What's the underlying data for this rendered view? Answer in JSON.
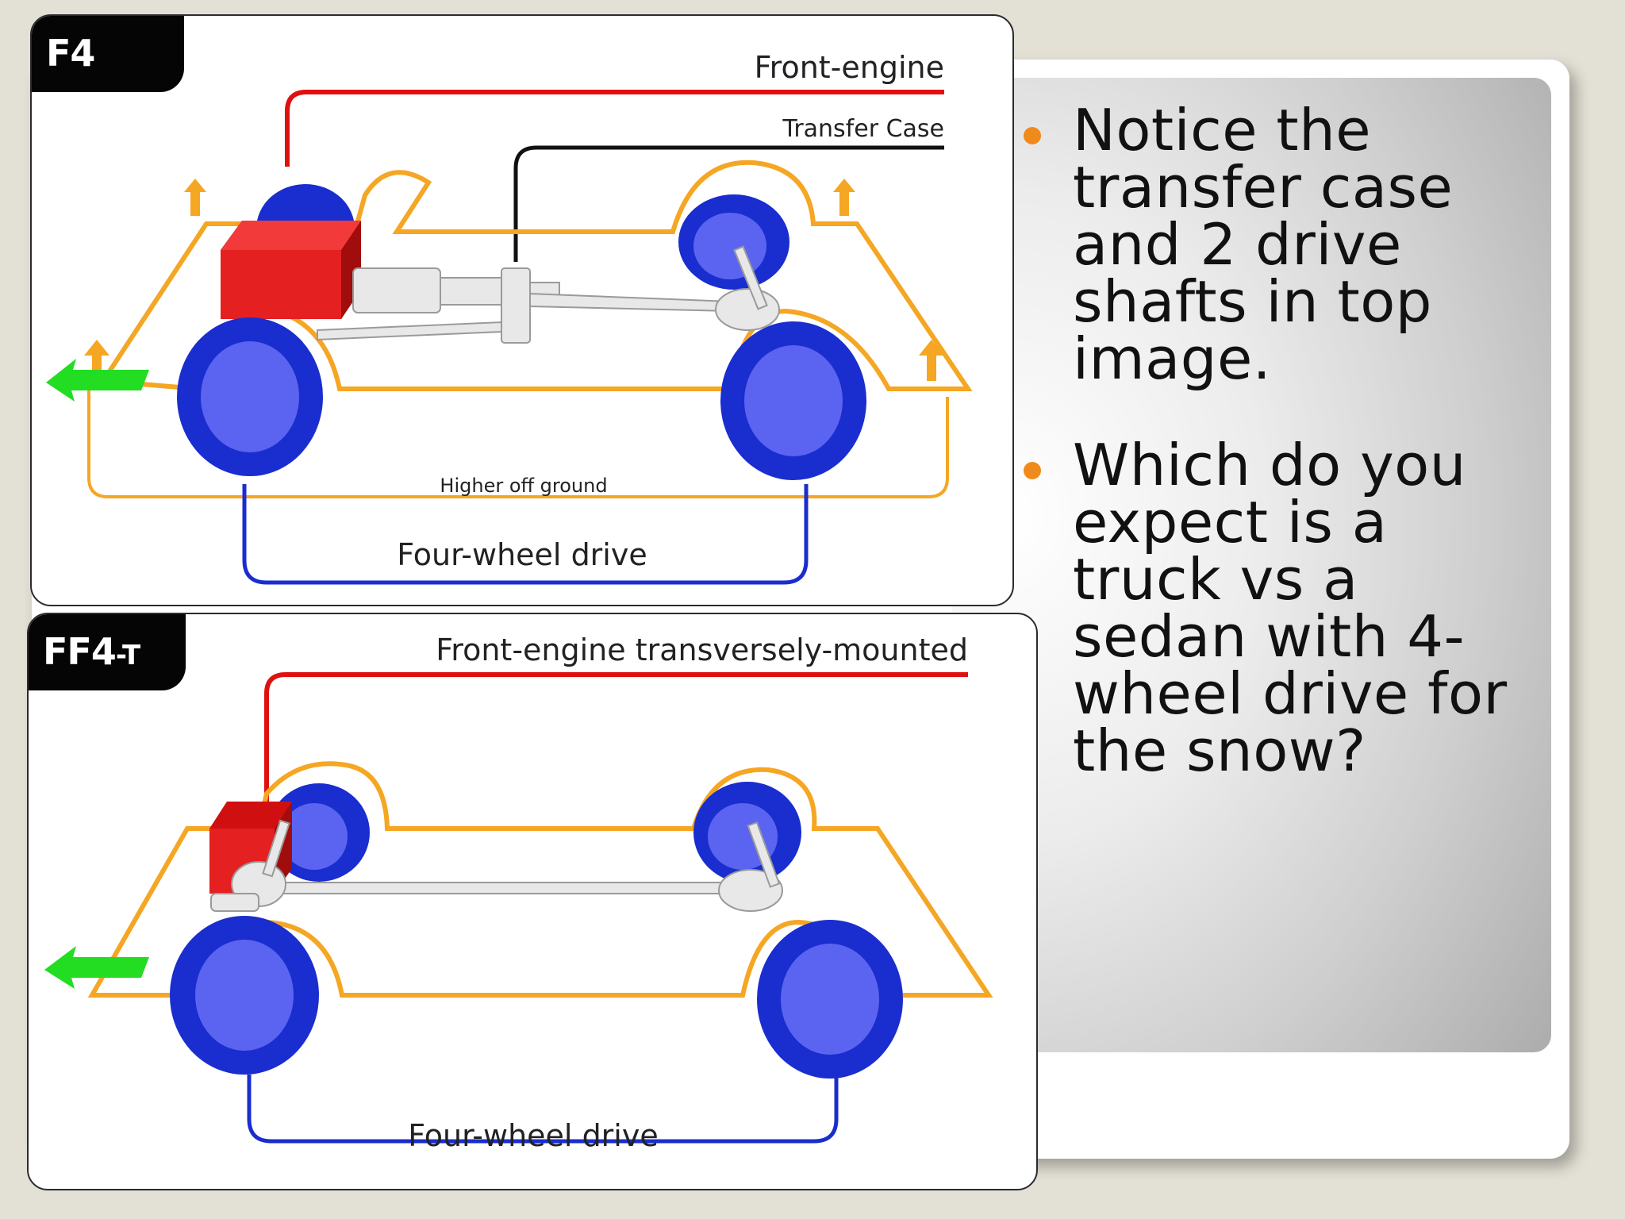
{
  "slide": {
    "bullets": [
      "Notice the transfer case and 2 drive shafts in top image.",
      "Which do you expect is a truck vs a sedan with 4-wheel drive for the snow?"
    ]
  },
  "diagram_top": {
    "code": "F4",
    "engine_label": "Front-engine",
    "transfer_label": "Transfer Case",
    "ground_label": "Higher off ground",
    "drive_label": "Four-wheel drive"
  },
  "diagram_bottom": {
    "code_main": "FF4",
    "code_sub": "-T",
    "engine_label": "Front-engine transversely-mounted",
    "drive_label": "Four-wheel drive"
  },
  "colors": {
    "accent_bullet": "#f08a1c",
    "engine_red": "#e01010",
    "frame_orange": "#f5a623",
    "wheel_blue": "#1a2dcf",
    "arrow_green": "#22dd22"
  }
}
